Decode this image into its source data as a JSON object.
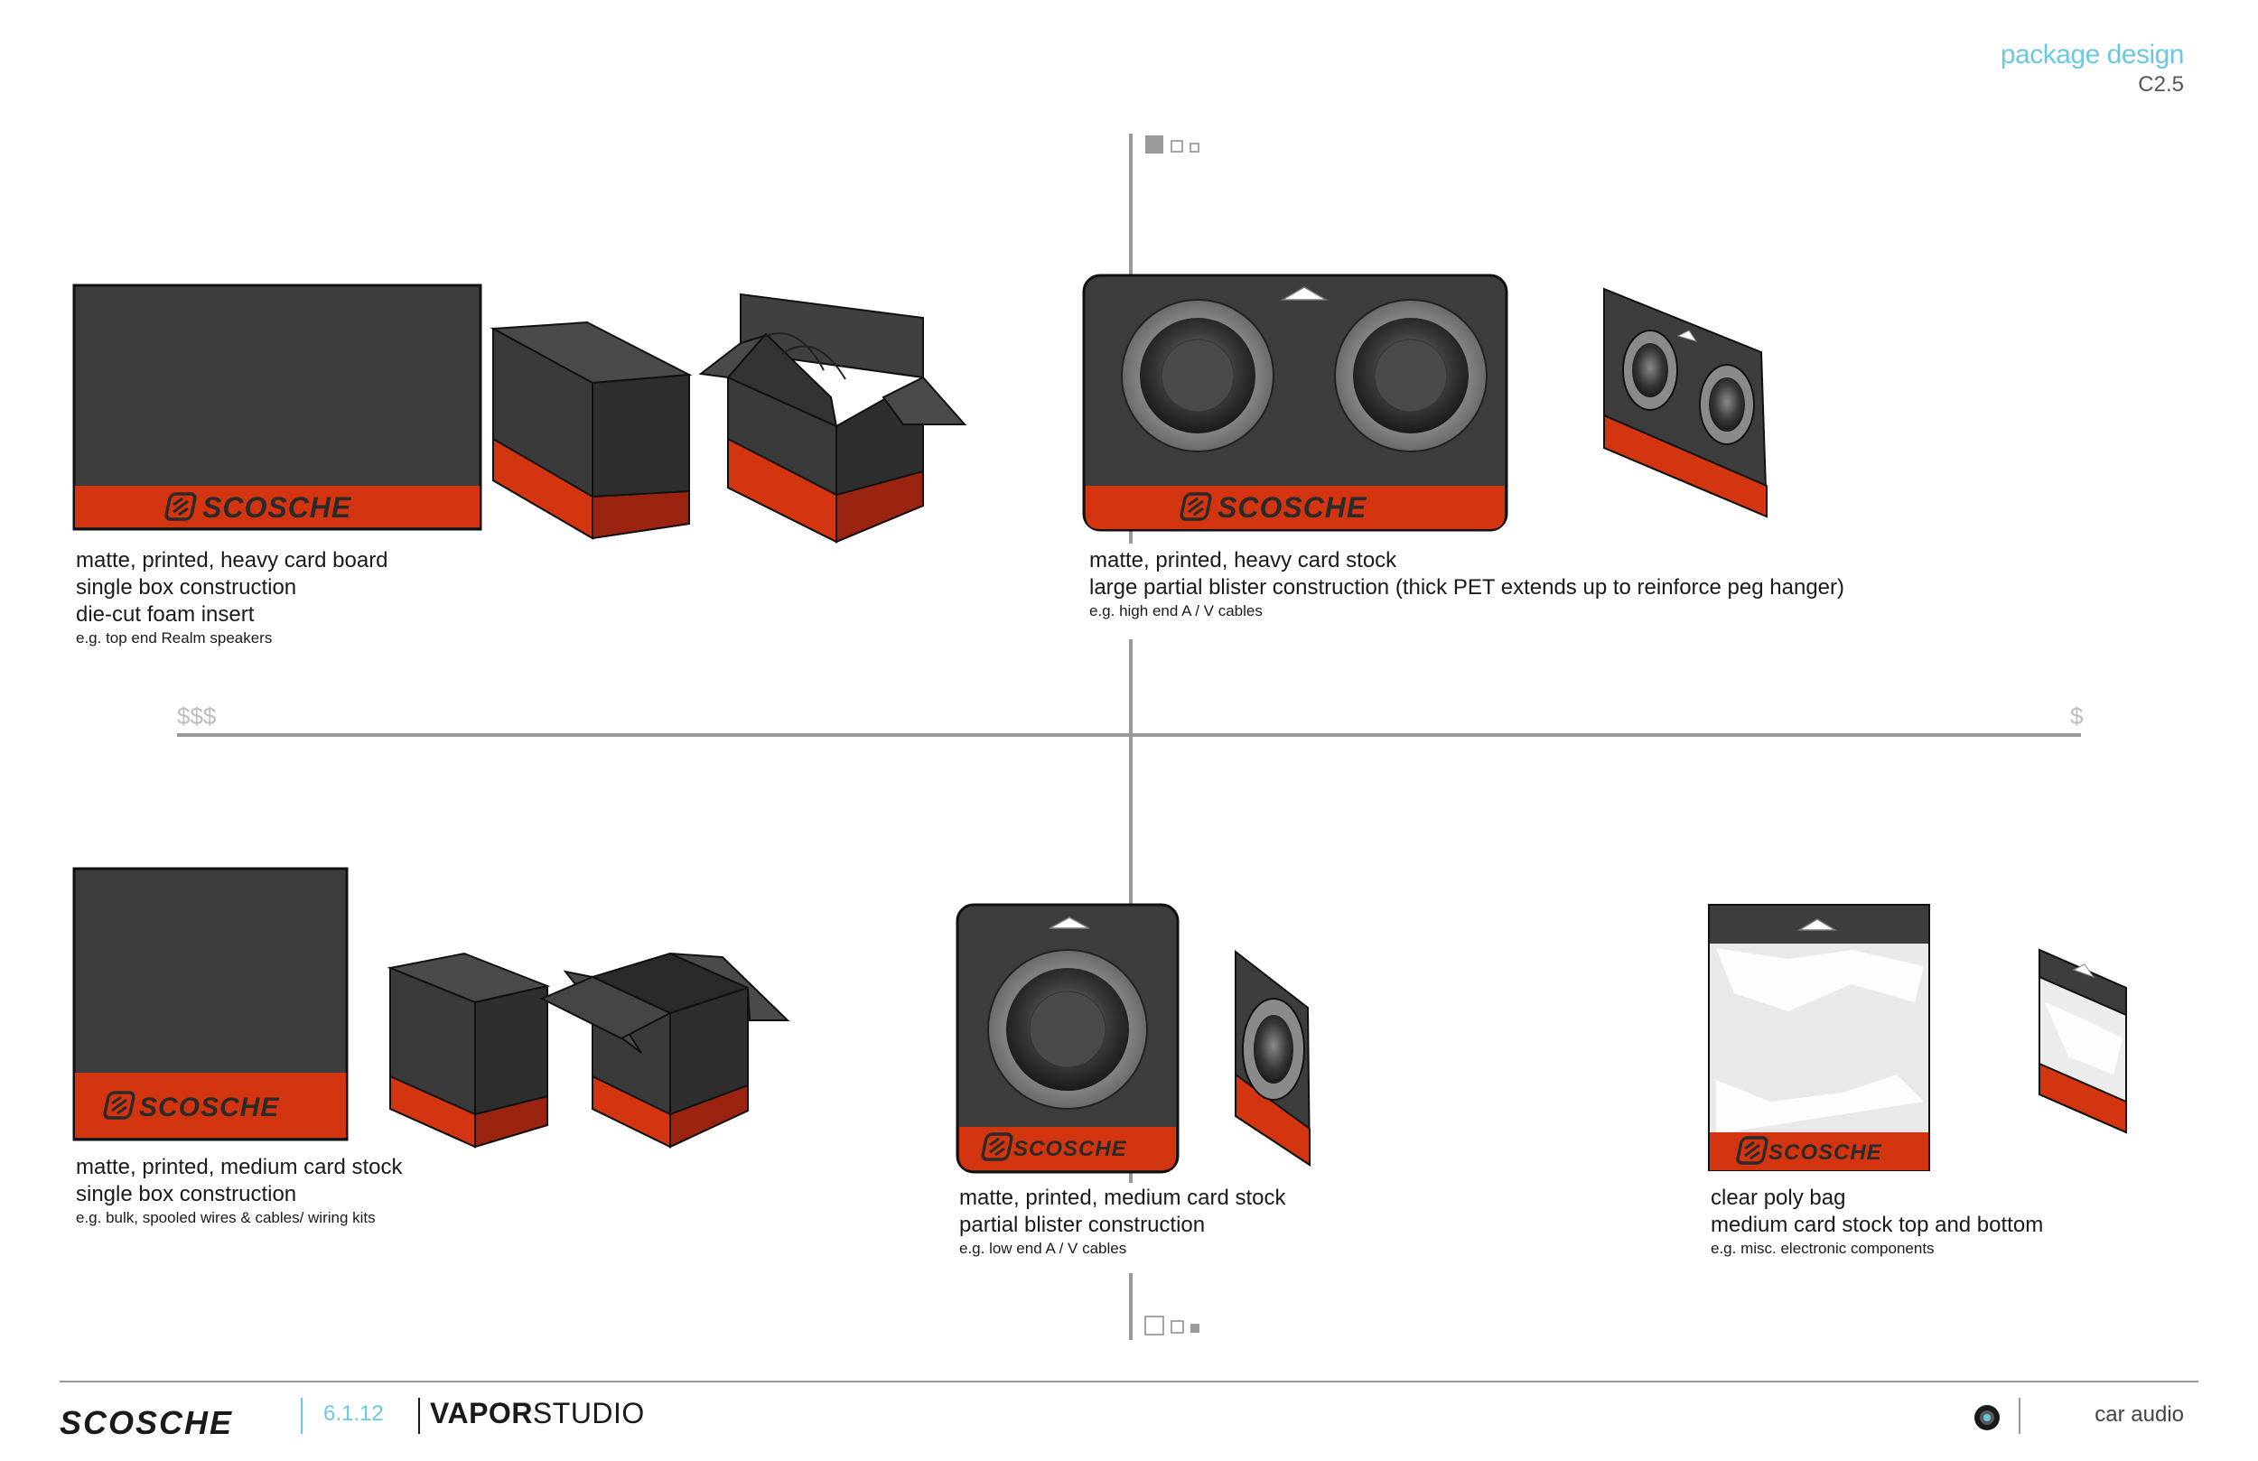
{
  "header": {
    "title": "package design",
    "code": "C2.5"
  },
  "axis": {
    "left_label": "$$$",
    "right_label": "$"
  },
  "brand": {
    "logo_text": "SCOSCHE"
  },
  "quadrants": {
    "top_left": {
      "lines": [
        "matte, printed, heavy card board",
        "single box construction",
        "die-cut foam insert"
      ],
      "example": "e.g. top end Realm speakers"
    },
    "top_right": {
      "lines": [
        "matte, printed, heavy card stock",
        "large partial blister construction (thick PET extends up to reinforce peg hanger)"
      ],
      "example": "e.g. high end A / V cables"
    },
    "bottom_left": {
      "lines": [
        "matte, printed, medium card stock",
        "single box construction"
      ],
      "example": "e.g. bulk, spooled wires & cables/ wiring kits"
    },
    "bottom_center": {
      "lines": [
        "matte, printed, medium card stock",
        "partial blister construction"
      ],
      "example": "e.g. low end A / V cables"
    },
    "bottom_right": {
      "lines": [
        "clear poly bag",
        "medium card stock top and bottom"
      ],
      "example": "e.g. misc. electronic components"
    }
  },
  "footer": {
    "date": "6.1.12",
    "studio_bold": "VAPOR",
    "studio_light": "STUDIO",
    "category": "car audio"
  },
  "colors": {
    "dark": "#3d3d3d",
    "red": "#d2350f",
    "red_dark": "#9b2410",
    "accent": "#6cc8e0",
    "axis": "#999999"
  }
}
